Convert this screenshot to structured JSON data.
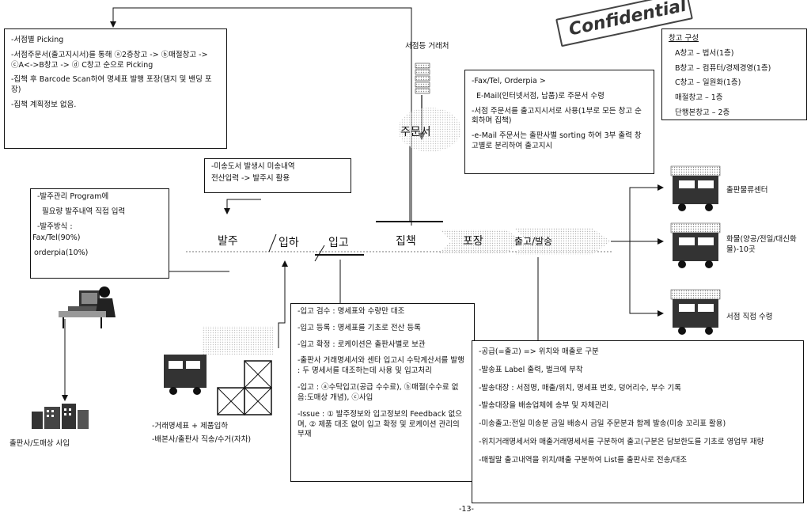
{
  "stamp": "Confidential",
  "warehouse_box": {
    "title": "창고 구성",
    "lines": [
      "A창고 – 법서(1층)",
      "B창고 – 컴퓨터/경제경영(1층)",
      "C창고 – 일원화(1층)",
      "매절창고 – 1층",
      "단행본창고 – 2층"
    ]
  },
  "picking_box": {
    "lines": [
      "-서점별 Picking",
      "-서점주문서(출고지시서)를 통해 ⓐ2층창고 -> ⓑ매절창고 -> ⓒA<->B창고 -> ⓓ C창고 순으로 Picking",
      "-집책 후 Barcode Scan하여 명세표 발행 포장(댐지 및 밴딩 포장)",
      "-집책 계획정보 없음."
    ]
  },
  "store_label": "서점등 거래처",
  "order_doc": "주문서",
  "fax_box": {
    "lines": [
      "-Fax/Tel, Orderpia >",
      "E-Mail(인터넷서점, 납품)로 주문서 수령",
      "-서점 주문서를 출고지시서로 사용(1부로 모든 창고 순회하며 집책)",
      "-e-Mail 주문서는 출판사별 sorting 하여 3부 출력 창고별로 분리하여 출고지시"
    ]
  },
  "missing_box": {
    "lines": [
      "-미송도서 발생시 미송내역",
      "전산입력 -> 발주시 활용"
    ]
  },
  "order_mgmt_box": {
    "lines": [
      "-발주관리 Program에",
      "필요량 발주내역 직접 입력",
      "-발주방식 :",
      "Fax/Tel(90%)",
      "orderpia(10%)"
    ]
  },
  "stages": [
    "발주",
    "입하",
    "입고",
    "집책",
    "포장",
    "출고/발송"
  ],
  "destinations": [
    "출판물류센터",
    "화물(양공/전일/대신화물)-10곳",
    "서점 직접 수령"
  ],
  "receiving_box": {
    "lines": [
      "-입고 검수 : 명세표와 수량만 대조",
      "-입고 등록 : 명세표를 기초로 전산 등록",
      "-입고 확정 : 로케이션은 출판사별로 보관",
      "-출판사 거래명세서와 센타 입고시 수탁계산서를 발행 : 두 명세서를 대조하는데 사용 및 입고처리",
      "-입고 : ⓐ수탁입고(공급 수수료), ⓑ매절(수수료 없음:도매상 개념), ⓒ사입",
      "-Issue : ① 발주정보와 입고정보의 Feedback 없으며, ② 제품 대조 없이 입고 확정 및 로케이션 관리의 부재"
    ]
  },
  "shipping_box": {
    "lines": [
      "-공급(=출고) => 위치와 매출로 구분",
      "-발송표 Label 출력, 벌크에 부착",
      "-발송대장 : 서점명, 매출/위치, 명세표 번호, 덩어리수, 부수 기록",
      "-발송대장을 배송업체에 송부 및 자체관리",
      "-미송출고:전일 미송분 금일 배송시 금일 주문분과 함께 발송(미송 꼬리표 활용)",
      "-위치거래명세서와 매출거래명세서를 구분하여 출고(구분은 담보한도를 기초로 영업부 재량",
      "-매월말 출고내역을 위치/매출 구분하여 List를 출판사로 전송/대조"
    ]
  },
  "publisher_label": "출판사/도매상 사입",
  "truck_caption": [
    "-거래명세표 + 제품입하",
    "-배본사/출판사 직송/수거(자차)"
  ],
  "page_number": "-13-"
}
